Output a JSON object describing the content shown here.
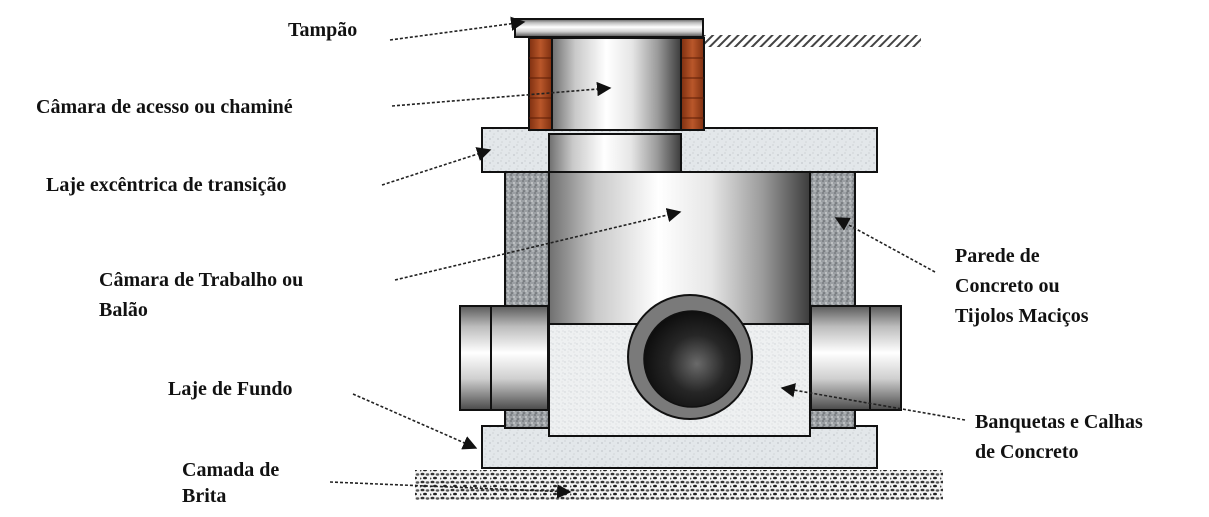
{
  "labels": {
    "tampao": "Tampão",
    "camara_acesso": "Câmara de acesso ou chaminé",
    "laje_excentrica": "Laje excêntrica de transição",
    "camara_trabalho": [
      "Câmara de Trabalho ou",
      "Balão"
    ],
    "parede": [
      "Parede de",
      "Concreto ou",
      "Tijolos Maciços"
    ],
    "laje_fundo": "Laje de Fundo",
    "banquetas": [
      "Banquetas e Calhas",
      "de Concreto"
    ],
    "camada_brita": [
      "Camada de",
      "Brita"
    ]
  },
  "colors": {
    "brick": "#a34a22",
    "concrete": "#e3e7ea",
    "pipe_dark": "#202020",
    "text": "#111111"
  }
}
